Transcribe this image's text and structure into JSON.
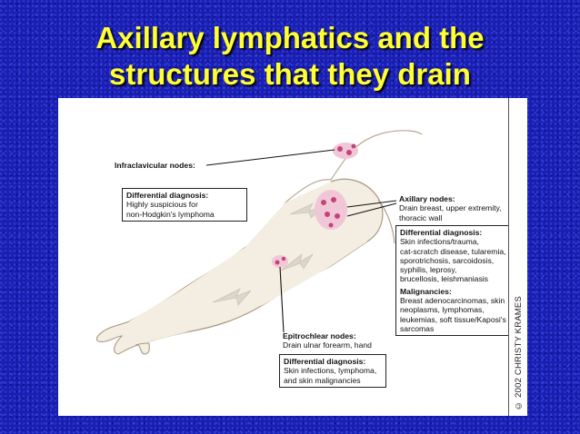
{
  "slide": {
    "title_line1": "Axillary lymphatics and the",
    "title_line2": "structures that they drain"
  },
  "figure": {
    "infraclavicular": {
      "heading": "Infraclavicular nodes:"
    },
    "left_box": {
      "heading": "Differential diagnosis:",
      "line1": "Highly suspicious for",
      "line2": "non-Hodgkin's lymphoma"
    },
    "axillary": {
      "heading": "Axillary nodes:",
      "line1": "Drain breast, upper extremity,",
      "line2": "thoracic wall"
    },
    "right_box": {
      "dd_heading": "Differential diagnosis:",
      "dd_lines": [
        "Skin infections/trauma,",
        "cat-scratch disease, tularemia,",
        "sporotrichosis, sarcoidosis,",
        "syphilis, leprosy,",
        "brucellosis, leishmaniasis"
      ],
      "mal_heading": "Malignancies:",
      "mal_lines": [
        "Breast adenocarcinomas, skin",
        "neoplasms, lymphomas,",
        "leukemias, soft tissue/Kaposi's",
        "sarcomas"
      ]
    },
    "epitrochlear": {
      "heading": "Epitrochlear nodes:",
      "line1": "Drain ulnar forearm, hand"
    },
    "bottom_box": {
      "heading": "Differential diagnosis:",
      "line1": "Skin infections, lymphoma,",
      "line2": "and skin malignancies"
    },
    "copyright": "© 2002 CHRISTY KRAMES"
  }
}
